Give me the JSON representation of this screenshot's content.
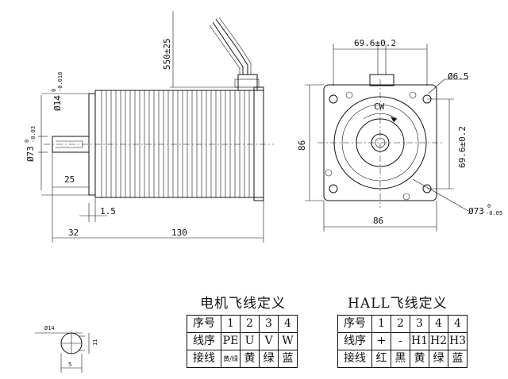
{
  "dimensions": {
    "lead_length": "550±25",
    "shaft_dia": "Ø14",
    "shaft_dia_tol_upper": "0",
    "shaft_dia_tol_lower": "-0.018",
    "pilot_dia": "Ø73",
    "pilot_dia_tol_upper": "0",
    "pilot_dia_tol_lower": "-0.03",
    "shaft_key_length": "25",
    "flange_thickness": "1.5",
    "shaft_length": "32",
    "body_length": "130",
    "hole_spacing_h": "69.6±0.2",
    "hole_spacing_v": "69.6±0.2",
    "hole_dia": "Ø6.5",
    "flange_side_v": "86",
    "flange_side_h": "86",
    "front_pilot_dia": "Ø73",
    "front_pilot_tol_upper": "0",
    "front_pilot_tol_lower": "-0.05",
    "rotation": "CW",
    "key_section_a": "Ø14",
    "key_section_b": "5",
    "key_section_c": "11"
  },
  "motor_table": {
    "title": "电机飞线定义",
    "rows": [
      [
        "序号",
        "1",
        "2",
        "3",
        "4"
      ],
      [
        "线序",
        "PE",
        "U",
        "V",
        "W"
      ],
      [
        "接线",
        "黄/绿",
        "黄",
        "绿",
        "蓝"
      ]
    ]
  },
  "hall_table": {
    "title": "HALL飞线定义",
    "rows": [
      [
        "序号",
        "1",
        "2",
        "3",
        "4",
        "4"
      ],
      [
        "线序",
        "+",
        "-",
        "H1",
        "H2",
        "H3"
      ],
      [
        "接线",
        "红",
        "黑",
        "黄",
        "绿",
        "蓝"
      ]
    ]
  }
}
